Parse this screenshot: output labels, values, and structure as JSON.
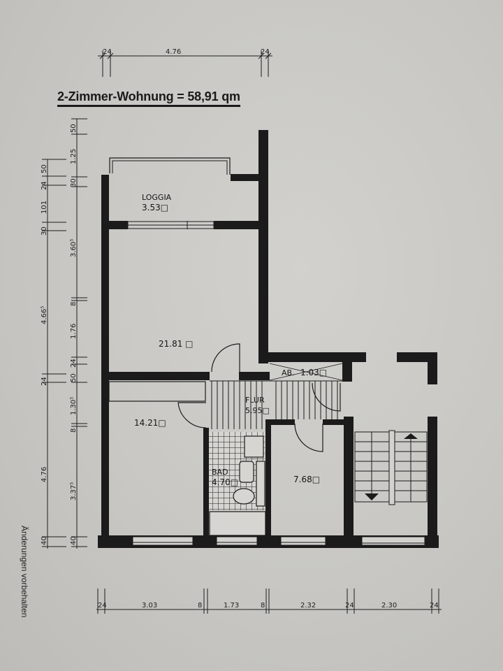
{
  "plan": {
    "title": "2-Zimmer-Wohnung = 58,91 qm",
    "note": "Änderungen vorbehalten"
  },
  "rooms": {
    "loggia": {
      "name": "LOGGIA",
      "area": "3.53□"
    },
    "living": {
      "name": "",
      "area": "21.81 □"
    },
    "bedroom": {
      "name": "",
      "area": "14.21□"
    },
    "hall": {
      "name": "FLUR",
      "area": "5.95□"
    },
    "storage": {
      "name": "AB.",
      "area": "1.03□"
    },
    "bath": {
      "name": "BAD",
      "area": "4.70□"
    },
    "room3": {
      "name": "",
      "area": "7.68□"
    }
  },
  "dimensions": {
    "top": {
      "left_wall": "24",
      "span": "4.76",
      "right_wall": "24"
    },
    "bottom": [
      "24",
      "3.03",
      "8",
      "1.73",
      "8",
      "2.32",
      "24",
      "2.30",
      "24"
    ],
    "left_outer": [
      "50",
      "24",
      "101",
      "30",
      "4.66⁵",
      "24",
      "4.76",
      "40"
    ],
    "left_inner": [
      "50",
      "1.25",
      "30",
      "3.60⁵",
      "8",
      "1.76",
      "24",
      "50",
      "1.30⁵",
      "8",
      "3.37⁵",
      "40"
    ]
  },
  "colors": {
    "wall": "#1b1b1b",
    "paper": "#c9c8c4",
    "line": "#1e1e1e"
  }
}
